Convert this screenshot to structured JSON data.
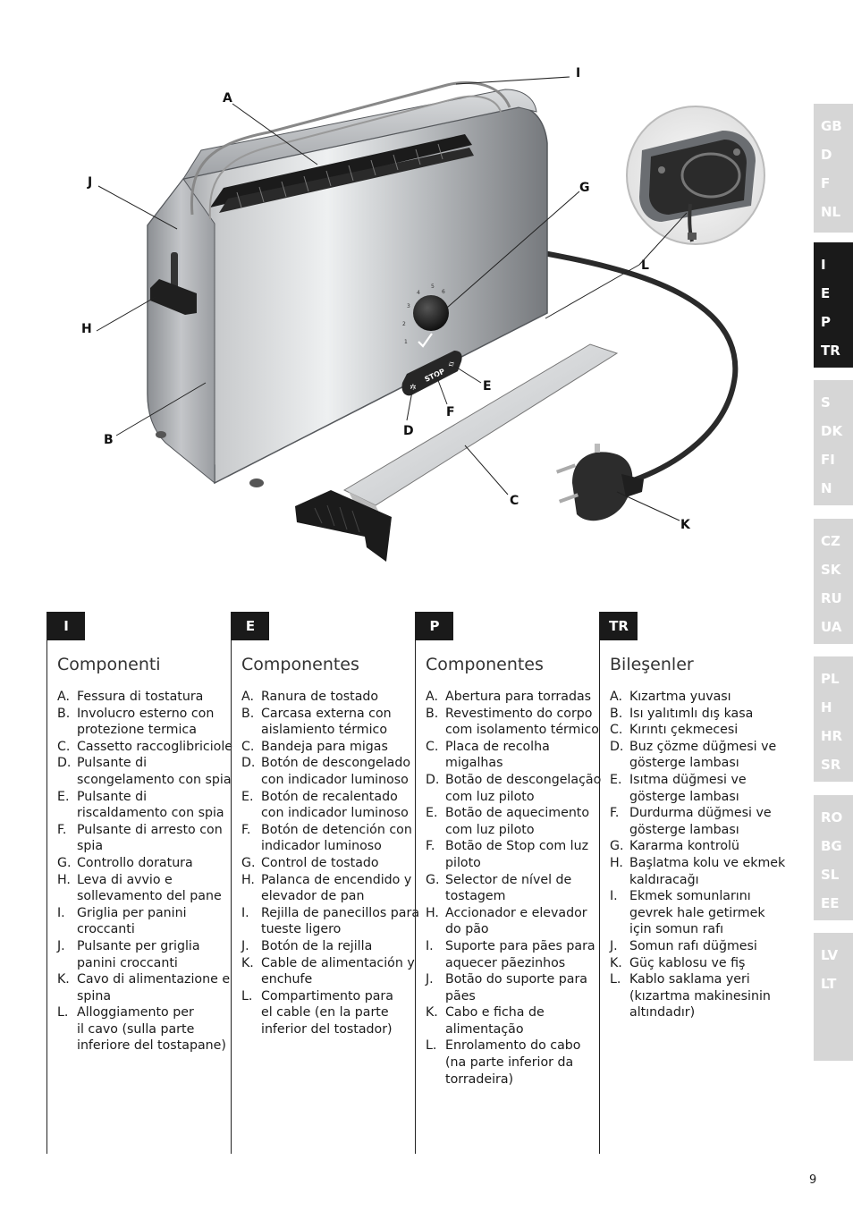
{
  "figure": {
    "callouts": [
      "A",
      "B",
      "C",
      "D",
      "E",
      "F",
      "G",
      "H",
      "I",
      "J",
      "K",
      "L"
    ],
    "dial_numbers": [
      "1",
      "2",
      "3",
      "4",
      "5",
      "6"
    ],
    "panel_button_text": "STOP"
  },
  "language_tabs": [
    {
      "items": [
        "GB",
        "D",
        "F",
        "NL"
      ],
      "active": false
    },
    {
      "items": [
        "I",
        "E",
        "P",
        "TR"
      ],
      "active": true
    },
    {
      "items": [
        "S",
        "DK",
        "FI",
        "N"
      ],
      "active": false
    },
    {
      "items": [
        "CZ",
        "SK",
        "RU",
        "UA"
      ],
      "active": false
    },
    {
      "items": [
        "PL",
        "H",
        "HR",
        "SR"
      ],
      "active": false
    },
    {
      "items": [
        "RO",
        "BG",
        "SL",
        "EE"
      ],
      "active": false
    },
    {
      "items": [
        "LV",
        "LT"
      ],
      "active": false
    }
  ],
  "columns": [
    {
      "code": "I",
      "title": "Componenti",
      "items": [
        {
          "key": "A.",
          "lines": [
            "Fessura di tostatura"
          ]
        },
        {
          "key": "B.",
          "lines": [
            "Involucro esterno con",
            "protezione termica"
          ]
        },
        {
          "key": "C.",
          "lines": [
            "Cassetto raccoglibriciole"
          ]
        },
        {
          "key": "D.",
          "lines": [
            "Pulsante di",
            "scongelamento con spia"
          ]
        },
        {
          "key": "E.",
          "lines": [
            "Pulsante di",
            "riscaldamento con spia"
          ]
        },
        {
          "key": "F.",
          "lines": [
            "Pulsante di arresto con",
            "spia"
          ]
        },
        {
          "key": "G.",
          "lines": [
            "Controllo doratura"
          ]
        },
        {
          "key": "H.",
          "lines": [
            "Leva di avvio e",
            "sollevamento del pane"
          ]
        },
        {
          "key": "I.",
          "lines": [
            "Griglia per panini",
            "croccanti"
          ]
        },
        {
          "key": "J.",
          "lines": [
            "Pulsante per griglia",
            "panini croccanti"
          ]
        },
        {
          "key": "K.",
          "lines": [
            "Cavo di alimentazione e",
            "spina"
          ]
        },
        {
          "key": "L.",
          "lines": [
            "Alloggiamento per",
            "il cavo (sulla parte",
            "inferiore del tostapane)"
          ]
        }
      ]
    },
    {
      "code": "E",
      "title": "Componentes",
      "items": [
        {
          "key": "A.",
          "lines": [
            "Ranura de tostado"
          ]
        },
        {
          "key": "B.",
          "lines": [
            "Carcasa externa con",
            "aislamiento térmico"
          ]
        },
        {
          "key": "C.",
          "lines": [
            "Bandeja para migas"
          ]
        },
        {
          "key": "D.",
          "lines": [
            "Botón de descongelado",
            "con indicador luminoso"
          ]
        },
        {
          "key": "E.",
          "lines": [
            "Botón de recalentado",
            "con indicador luminoso"
          ]
        },
        {
          "key": "F.",
          "lines": [
            "Botón de detención con",
            "indicador luminoso"
          ]
        },
        {
          "key": "G.",
          "lines": [
            "Control de tostado"
          ]
        },
        {
          "key": "H.",
          "lines": [
            "Palanca de encendido y",
            "elevador de pan"
          ]
        },
        {
          "key": "I.",
          "lines": [
            "Rejilla de panecillos para",
            "tueste ligero"
          ]
        },
        {
          "key": "J.",
          "lines": [
            "Botón de la rejilla"
          ]
        },
        {
          "key": "K.",
          "lines": [
            "Cable de alimentación y",
            "enchufe"
          ]
        },
        {
          "key": "L.",
          "lines": [
            "Compartimento para",
            "el cable (en la parte",
            "inferior del tostador)"
          ]
        }
      ]
    },
    {
      "code": "P",
      "title": "Componentes",
      "items": [
        {
          "key": "A.",
          "lines": [
            "Abertura para torradas"
          ]
        },
        {
          "key": "B.",
          "lines": [
            "Revestimento do corpo",
            "com isolamento térmico"
          ]
        },
        {
          "key": "C.",
          "lines": [
            "Placa de recolha",
            "migalhas"
          ]
        },
        {
          "key": "D.",
          "lines": [
            "Botão de descongelação",
            "com luz piloto"
          ]
        },
        {
          "key": "E.",
          "lines": [
            "Botão de aquecimento",
            "com luz piloto"
          ]
        },
        {
          "key": "F.",
          "lines": [
            "Botão de Stop com luz",
            "piloto"
          ]
        },
        {
          "key": "G.",
          "lines": [
            "Selector de nível de",
            "tostagem"
          ]
        },
        {
          "key": "H.",
          "lines": [
            "Accionador e elevador",
            "do pão"
          ]
        },
        {
          "key": "I.",
          "lines": [
            "Suporte para pães para",
            "aquecer pãezinhos"
          ]
        },
        {
          "key": "J.",
          "lines": [
            "Botão do suporte para",
            "pães"
          ]
        },
        {
          "key": "K.",
          "lines": [
            "Cabo e ficha de",
            "alimentação"
          ]
        },
        {
          "key": "L.",
          "lines": [
            "Enrolamento do cabo",
            "(na parte inferior da",
            "torradeira)"
          ]
        }
      ]
    },
    {
      "code": "TR",
      "title": "Bileşenler",
      "items": [
        {
          "key": "A.",
          "lines": [
            "Kızartma yuvası"
          ]
        },
        {
          "key": "B.",
          "lines": [
            "Isı yalıtımlı dış kasa"
          ]
        },
        {
          "key": "C.",
          "lines": [
            "Kırıntı çekmecesi"
          ]
        },
        {
          "key": "D.",
          "lines": [
            "Buz çözme düğmesi ve",
            "gösterge lambası"
          ]
        },
        {
          "key": "E.",
          "lines": [
            "Isıtma düğmesi ve",
            "gösterge lambası"
          ]
        },
        {
          "key": "F.",
          "lines": [
            "Durdurma düğmesi ve",
            "gösterge lambası"
          ]
        },
        {
          "key": "G.",
          "lines": [
            "Kararma kontrolü"
          ]
        },
        {
          "key": "H.",
          "lines": [
            "Başlatma kolu ve ekmek",
            "kaldıracağı"
          ]
        },
        {
          "key": "I.",
          "lines": [
            "Ekmek somunlarını",
            "gevrek hale getirmek",
            "için somun rafı"
          ]
        },
        {
          "key": "J.",
          "lines": [
            "Somun rafı düğmesi"
          ]
        },
        {
          "key": "K.",
          "lines": [
            "Güç kablosu ve fiş"
          ]
        },
        {
          "key": "L.",
          "lines": [
            "Kablo saklama yeri",
            "(kızartma makinesinin",
            "altındadır)"
          ]
        }
      ]
    }
  ],
  "page_number": "9"
}
